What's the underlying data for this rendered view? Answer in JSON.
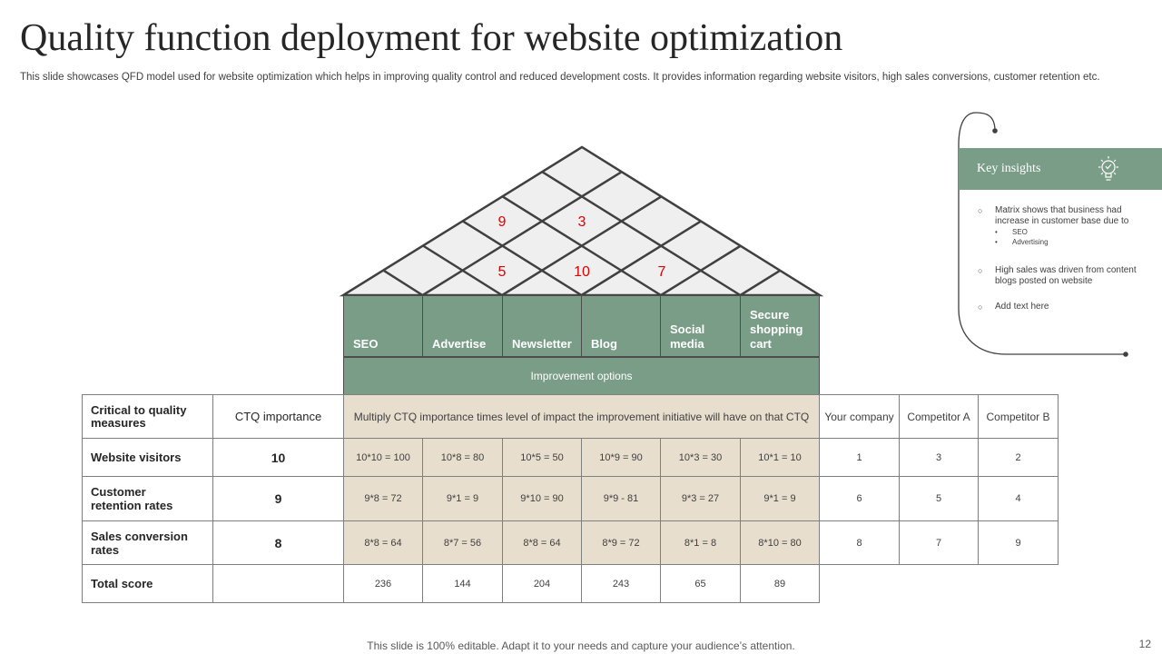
{
  "title": "Quality function deployment for website optimization",
  "subtitle": "This slide showcases QFD model used for website optimization which helps in improving quality control and reduced development costs. It provides information regarding website visitors, high sales conversions, customer retention etc.",
  "roof_values": [
    "9",
    "3",
    "5",
    "10",
    "7"
  ],
  "options": [
    "SEO",
    "Advertise",
    "Newsletter",
    "Blog",
    "Social media",
    "Secure shopping cart"
  ],
  "improvement_label": "Improvement options",
  "table": {
    "critical_header": "Critical to quality measures",
    "ctq_header": "CTQ importance",
    "instruction": "Multiply CTQ importance times level of impact the improvement initiative will have on that CTQ",
    "competitors": [
      "Your company",
      "Competitor A",
      "Competitor B"
    ],
    "rows": [
      {
        "measure": "Website visitors",
        "ctq": "10",
        "cells": [
          "10*10 = 100",
          "10*8 = 80",
          "10*5 = 50",
          "10*9 = 90",
          "10*3 = 30",
          "10*1 = 10"
        ],
        "comp": [
          "1",
          "3",
          "2"
        ]
      },
      {
        "measure": "Customer retention rates",
        "ctq": "9",
        "cells": [
          "9*8 = 72",
          "9*1 = 9",
          "9*10 = 90",
          "9*9 - 81",
          "9*3 = 27",
          "9*1 = 9"
        ],
        "comp": [
          "6",
          "5",
          "4"
        ]
      },
      {
        "measure": "Sales conversion rates",
        "ctq": "8",
        "cells": [
          "8*8 = 64",
          "8*7 = 56",
          "8*8 = 64",
          "8*9 = 72",
          "8*1 = 8",
          "8*10 = 80"
        ],
        "comp": [
          "8",
          "7",
          "9"
        ]
      }
    ],
    "total_label": "Total score",
    "totals": [
      "236",
      "144",
      "204",
      "243",
      "65",
      "89"
    ]
  },
  "insights": {
    "title": "Key insights",
    "items": [
      {
        "text": "Matrix shows that business had increase in customer base due to",
        "sub": [
          "SEO",
          "Advertising"
        ]
      },
      {
        "text": "High sales was driven from content blogs posted on website",
        "sub": []
      },
      {
        "text": "Add text here",
        "sub": []
      }
    ]
  },
  "footer": "This slide is 100% editable. Adapt it to your needs and capture your audience’s attention.",
  "page_number": "12",
  "colors": {
    "accent_green": "#7a9d88",
    "matrix_tan": "#e8dece",
    "roof_red": "#e00000"
  }
}
